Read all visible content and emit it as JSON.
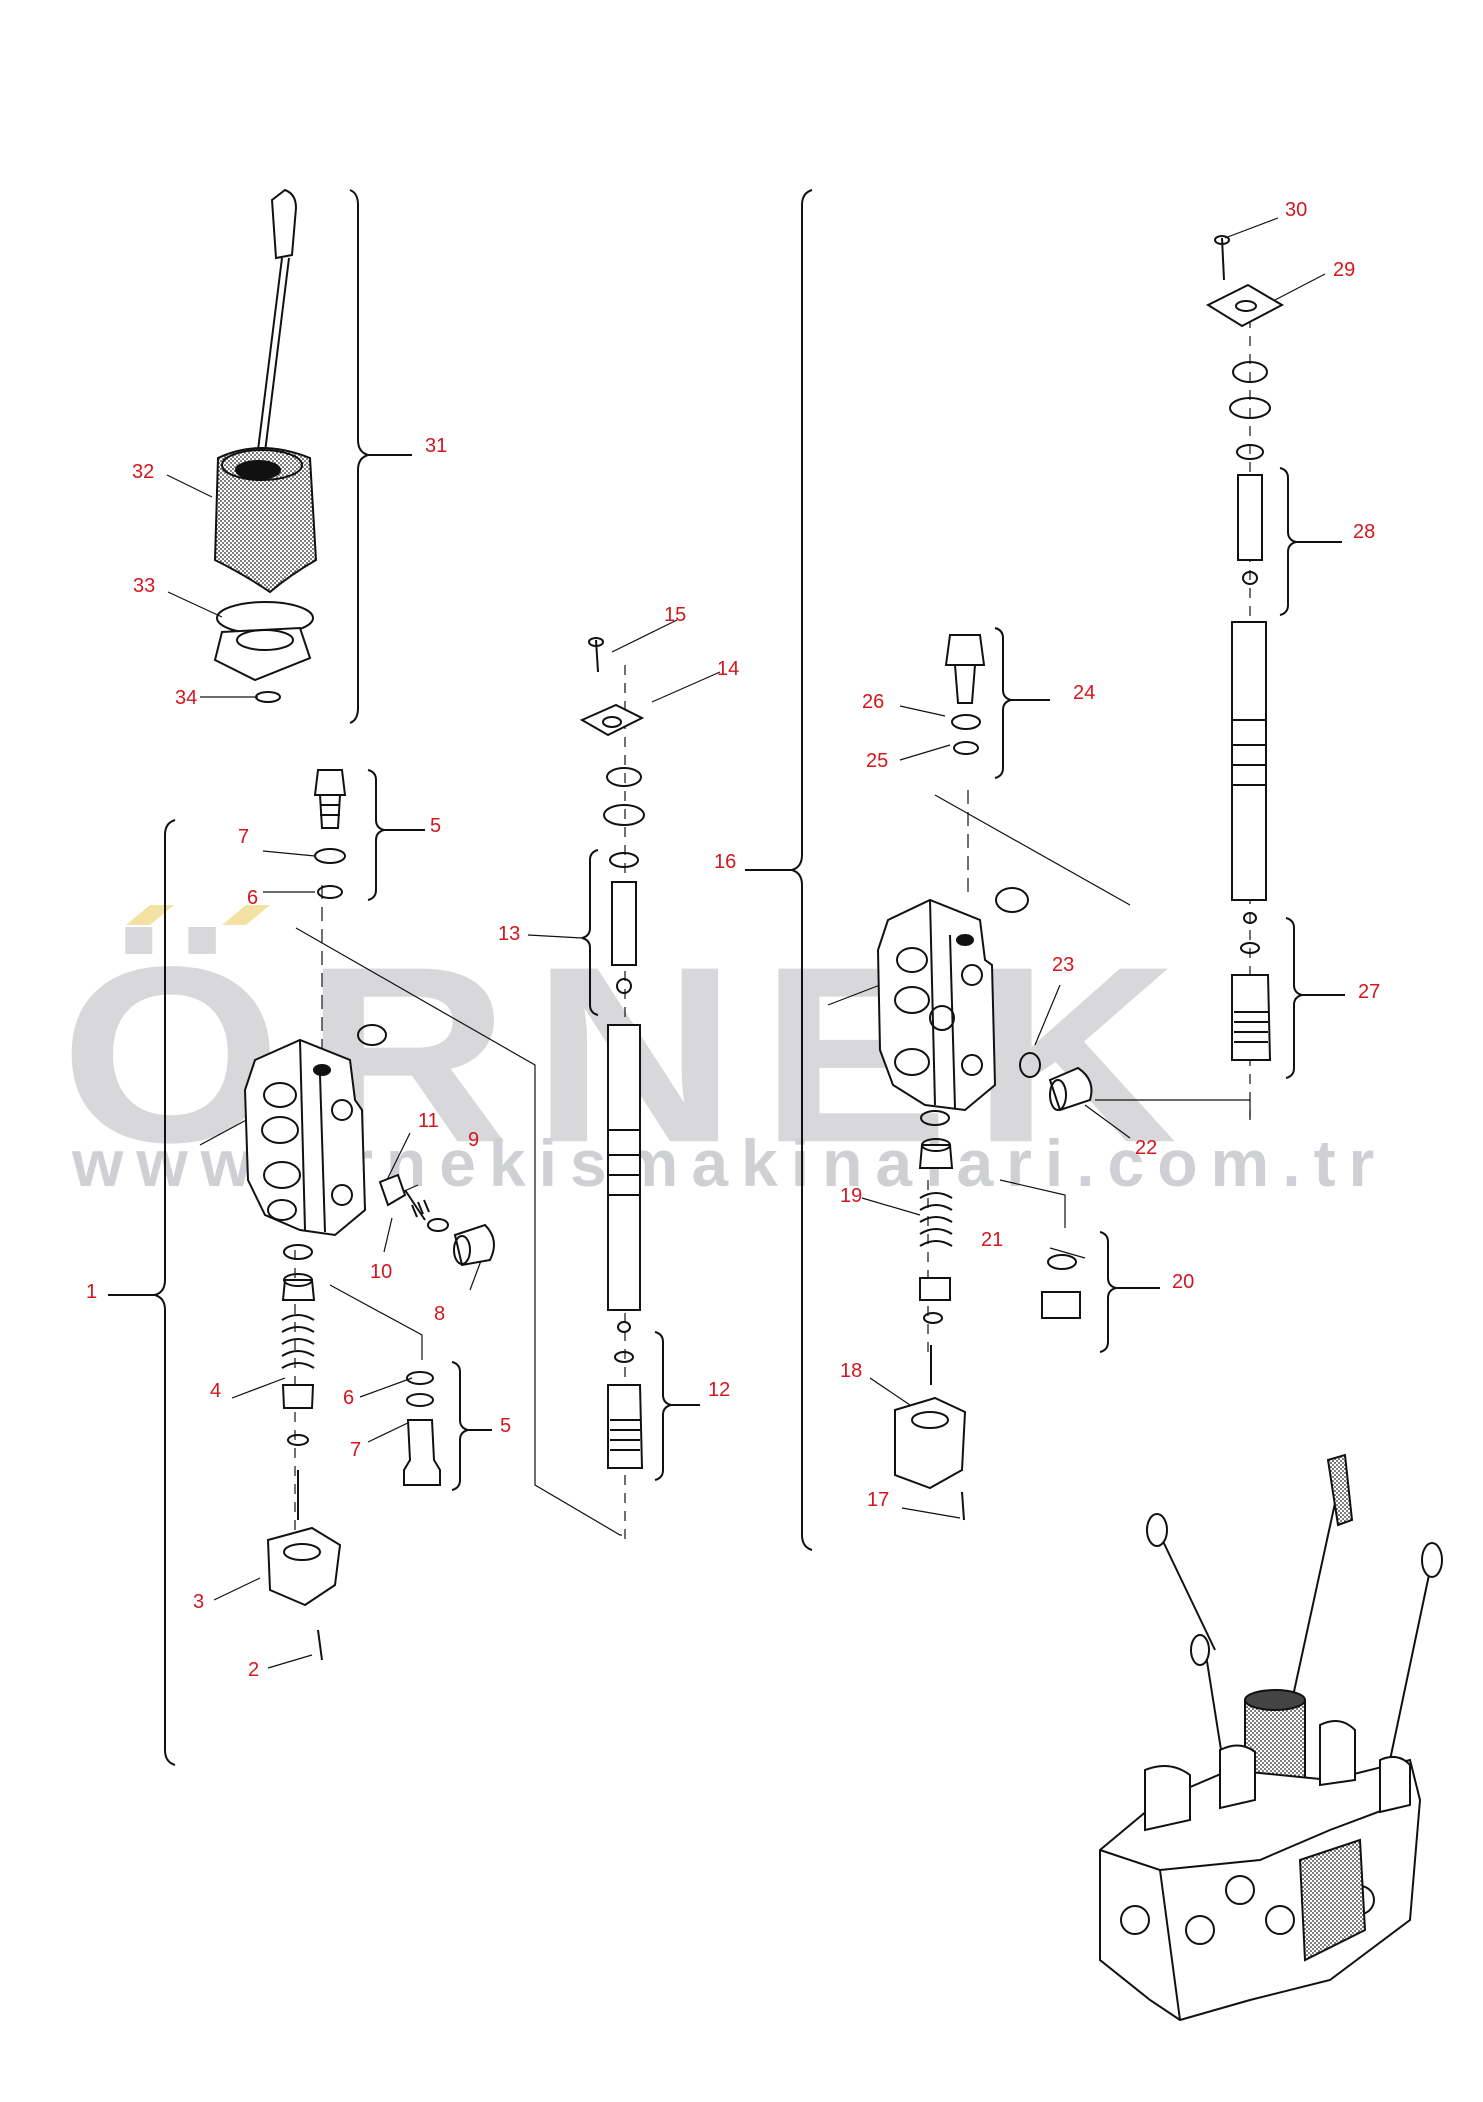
{
  "watermark": {
    "brand": "ÖRNEK",
    "url": "www.ornekismakinalari.com.tr",
    "colors": {
      "text": "#d8d8db",
      "umlaut": "#f2e3a3"
    }
  },
  "callout_color": "#d4161d",
  "callouts": {
    "c1": "1",
    "c2": "2",
    "c3": "3",
    "c4": "4",
    "c5a": "5",
    "c5b": "5",
    "c6a": "6",
    "c6b": "6",
    "c7a": "7",
    "c7b": "7",
    "c8": "8",
    "c9": "9",
    "c10": "10",
    "c11": "11",
    "c12": "12",
    "c13": "13",
    "c14": "14",
    "c15": "15",
    "c16": "16",
    "c17": "17",
    "c18": "18",
    "c19": "19",
    "c20": "20",
    "c21": "21",
    "c22": "22",
    "c23": "23",
    "c24": "24",
    "c25": "25",
    "c26": "26",
    "c27": "27",
    "c28": "28",
    "c29": "29",
    "c30": "30",
    "c31": "31",
    "c32": "32",
    "c33": "33",
    "c34": "34"
  }
}
